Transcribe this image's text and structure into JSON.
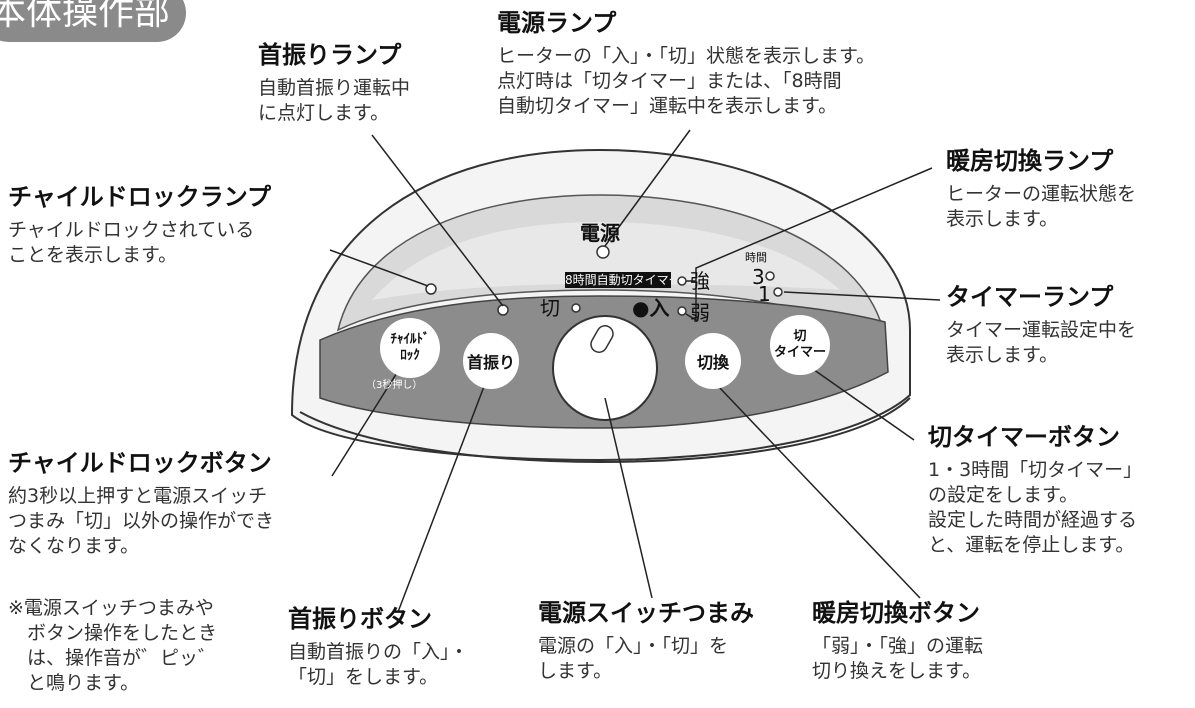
{
  "section_tag": "本体操作部",
  "callouts": {
    "power_lamp": {
      "title": "電源ランプ",
      "desc": "ヒーターの「入」・「切」状態を表示します。\n点灯時は「切タイマー」または、「8時間\n自動切タイマー」運転中を表示します。"
    },
    "swing_lamp": {
      "title": "首振りランプ",
      "desc": "自動首振り運転中\nに点灯します。"
    },
    "child_lock_lamp": {
      "title": "チャイルドロックランプ",
      "desc": "チャイルドロックされている\nことを表示します。"
    },
    "heat_switch_lamp": {
      "title": "暖房切換ランプ",
      "desc": "ヒーターの運転状態を\n表示します。"
    },
    "timer_lamp": {
      "title": "タイマーランプ",
      "desc": "タイマー運転設定中を\n表示します。"
    },
    "off_timer_button": {
      "title": "切タイマーボタン",
      "desc": "1・3時間「切タイマー」\nの設定をします。\n設定した時間が経過する\nと、運転を停止します。"
    },
    "child_lock_button": {
      "title": "チャイルドロックボタン",
      "desc": "約3秒以上押すと電源スイッチ\nつまみ「切」以外の操作ができ\nなくなります。"
    },
    "swing_button": {
      "title": "首振りボタン",
      "desc": "自動首振りの「入」・\n「切」をします。"
    },
    "power_knob": {
      "title": "電源スイッチつまみ",
      "desc": "電源の「入」・「切」を\nします。"
    },
    "heat_switch_button": {
      "title": "暖房切換ボタン",
      "desc": "「弱」・「強」の運転\n切り換えをします。"
    }
  },
  "note": "※電源スイッチつまみや\n　ボタン操作をしたとき\n　は、操作音が゛ピッ゛\n　と鳴ります。",
  "panel": {
    "power": "電源",
    "banner": "8時間自動切タイマー",
    "off": "切",
    "on": "●入",
    "strong": "強",
    "weak": "弱",
    "hours": "時間",
    "h3": "3",
    "h1": "1",
    "child_lock_btn_l1": "ﾁｬｲﾙﾄﾞ",
    "child_lock_btn_l2": "ﾛｯｸ",
    "child_lock_hint": "（3秒押し）",
    "swing_btn": "首振り",
    "switch_btn": "切換",
    "timer_btn_l1": "切",
    "timer_btn_l2": "タイマー"
  }
}
